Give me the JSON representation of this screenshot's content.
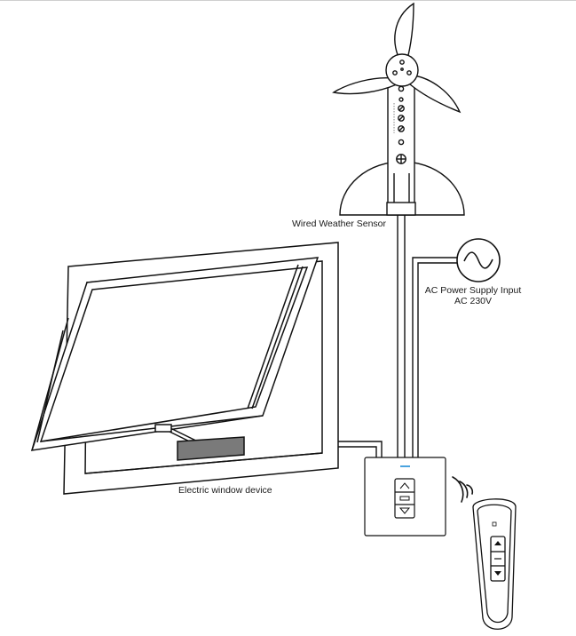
{
  "labels": {
    "weather_sensor": "Wired Weather Sensor",
    "power_input_line1": "AC Power Supply Input",
    "power_input_line2": "AC 230V",
    "window_device": "Electric window device"
  },
  "colors": {
    "stroke": "#111111",
    "motor_fill": "#7a7a7a",
    "panel_fill": "#ffffff",
    "indicator": "#4aa3df"
  },
  "icons": [
    "wind-sensor-icon",
    "ac-sine-icon",
    "signal-waves-icon",
    "arrow-up-icon",
    "stop-icon",
    "arrow-down-icon"
  ]
}
